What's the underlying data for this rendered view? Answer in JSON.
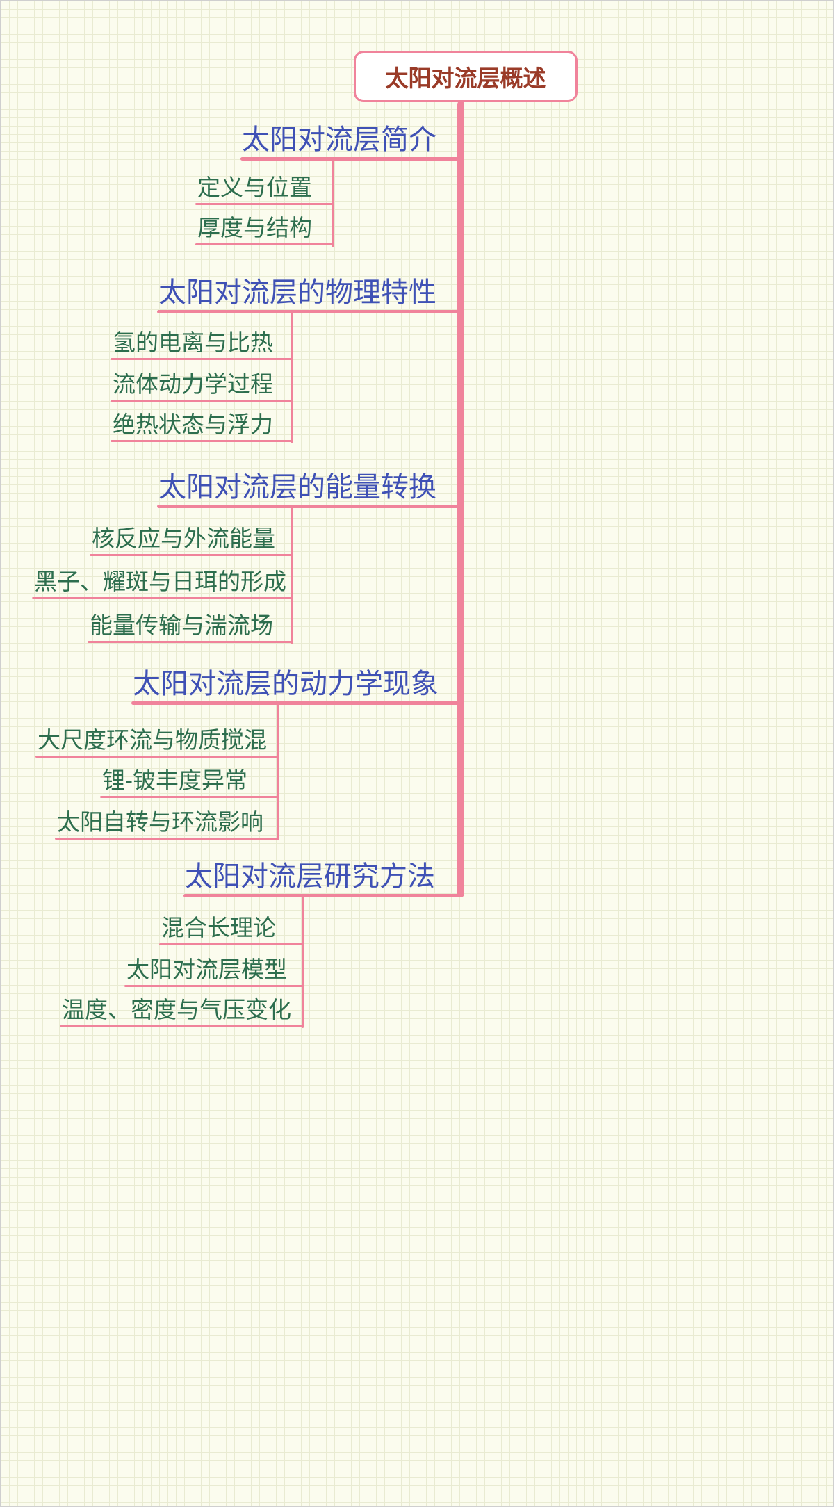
{
  "colors": {
    "pink": "#f0839b",
    "main_text": "#3f51b5",
    "sub_text": "#2d6e4e",
    "root_text": "#9a3b28",
    "background": "#fbfcee"
  },
  "root": {
    "label": "太阳对流层概述"
  },
  "topics": [
    {
      "label": "太阳对流层简介",
      "children": [
        {
          "label": "定义与位置"
        },
        {
          "label": "厚度与结构"
        }
      ]
    },
    {
      "label": "太阳对流层的物理特性",
      "children": [
        {
          "label": "氢的电离与比热"
        },
        {
          "label": "流体动力学过程"
        },
        {
          "label": "绝热状态与浮力"
        }
      ]
    },
    {
      "label": "太阳对流层的能量转换",
      "children": [
        {
          "label": "核反应与外流能量"
        },
        {
          "label": "黑子、耀斑与日珥的形成"
        },
        {
          "label": "能量传输与湍流场"
        }
      ]
    },
    {
      "label": "太阳对流层的动力学现象",
      "children": [
        {
          "label": "大尺度环流与物质搅混"
        },
        {
          "label": "锂-铍丰度异常"
        },
        {
          "label": "太阳自转与环流影响"
        }
      ]
    },
    {
      "label": "太阳对流层研究方法",
      "children": [
        {
          "label": "混合长理论"
        },
        {
          "label": "太阳对流层模型"
        },
        {
          "label": "温度、密度与气压变化"
        }
      ]
    }
  ]
}
